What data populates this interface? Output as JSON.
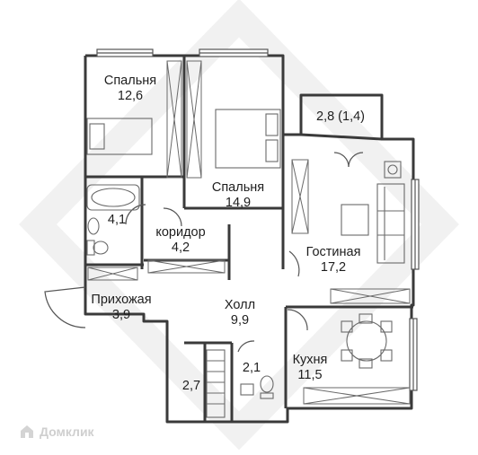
{
  "rooms": [
    {
      "id": "bedroom-1",
      "name": "Спальня",
      "area": "12,6"
    },
    {
      "id": "bedroom-2",
      "name": "Спальня",
      "area": "14,9"
    },
    {
      "id": "balcony",
      "name": "",
      "area": "2,8 (1,4)"
    },
    {
      "id": "bathroom",
      "name": "",
      "area": "4,1"
    },
    {
      "id": "corridor",
      "name": "коридор",
      "area": "4,2"
    },
    {
      "id": "living-room",
      "name": "Гостиная",
      "area": "17,2"
    },
    {
      "id": "entrance-hall",
      "name": "Прихожая",
      "area": "3,9"
    },
    {
      "id": "hall",
      "name": "Холл",
      "area": "9,9"
    },
    {
      "id": "wc",
      "name": "",
      "area": "2,1"
    },
    {
      "id": "storage",
      "name": "",
      "area": "2,7"
    },
    {
      "id": "kitchen",
      "name": "Кухня",
      "area": "11,5"
    }
  ],
  "watermark": {
    "text": "Домклик",
    "icon": "house-logo-icon"
  },
  "colors": {
    "wall": "#3a3a3a",
    "window": "#555555",
    "furniture": "#6a6a6a",
    "watermark": "#cfcfcf"
  }
}
